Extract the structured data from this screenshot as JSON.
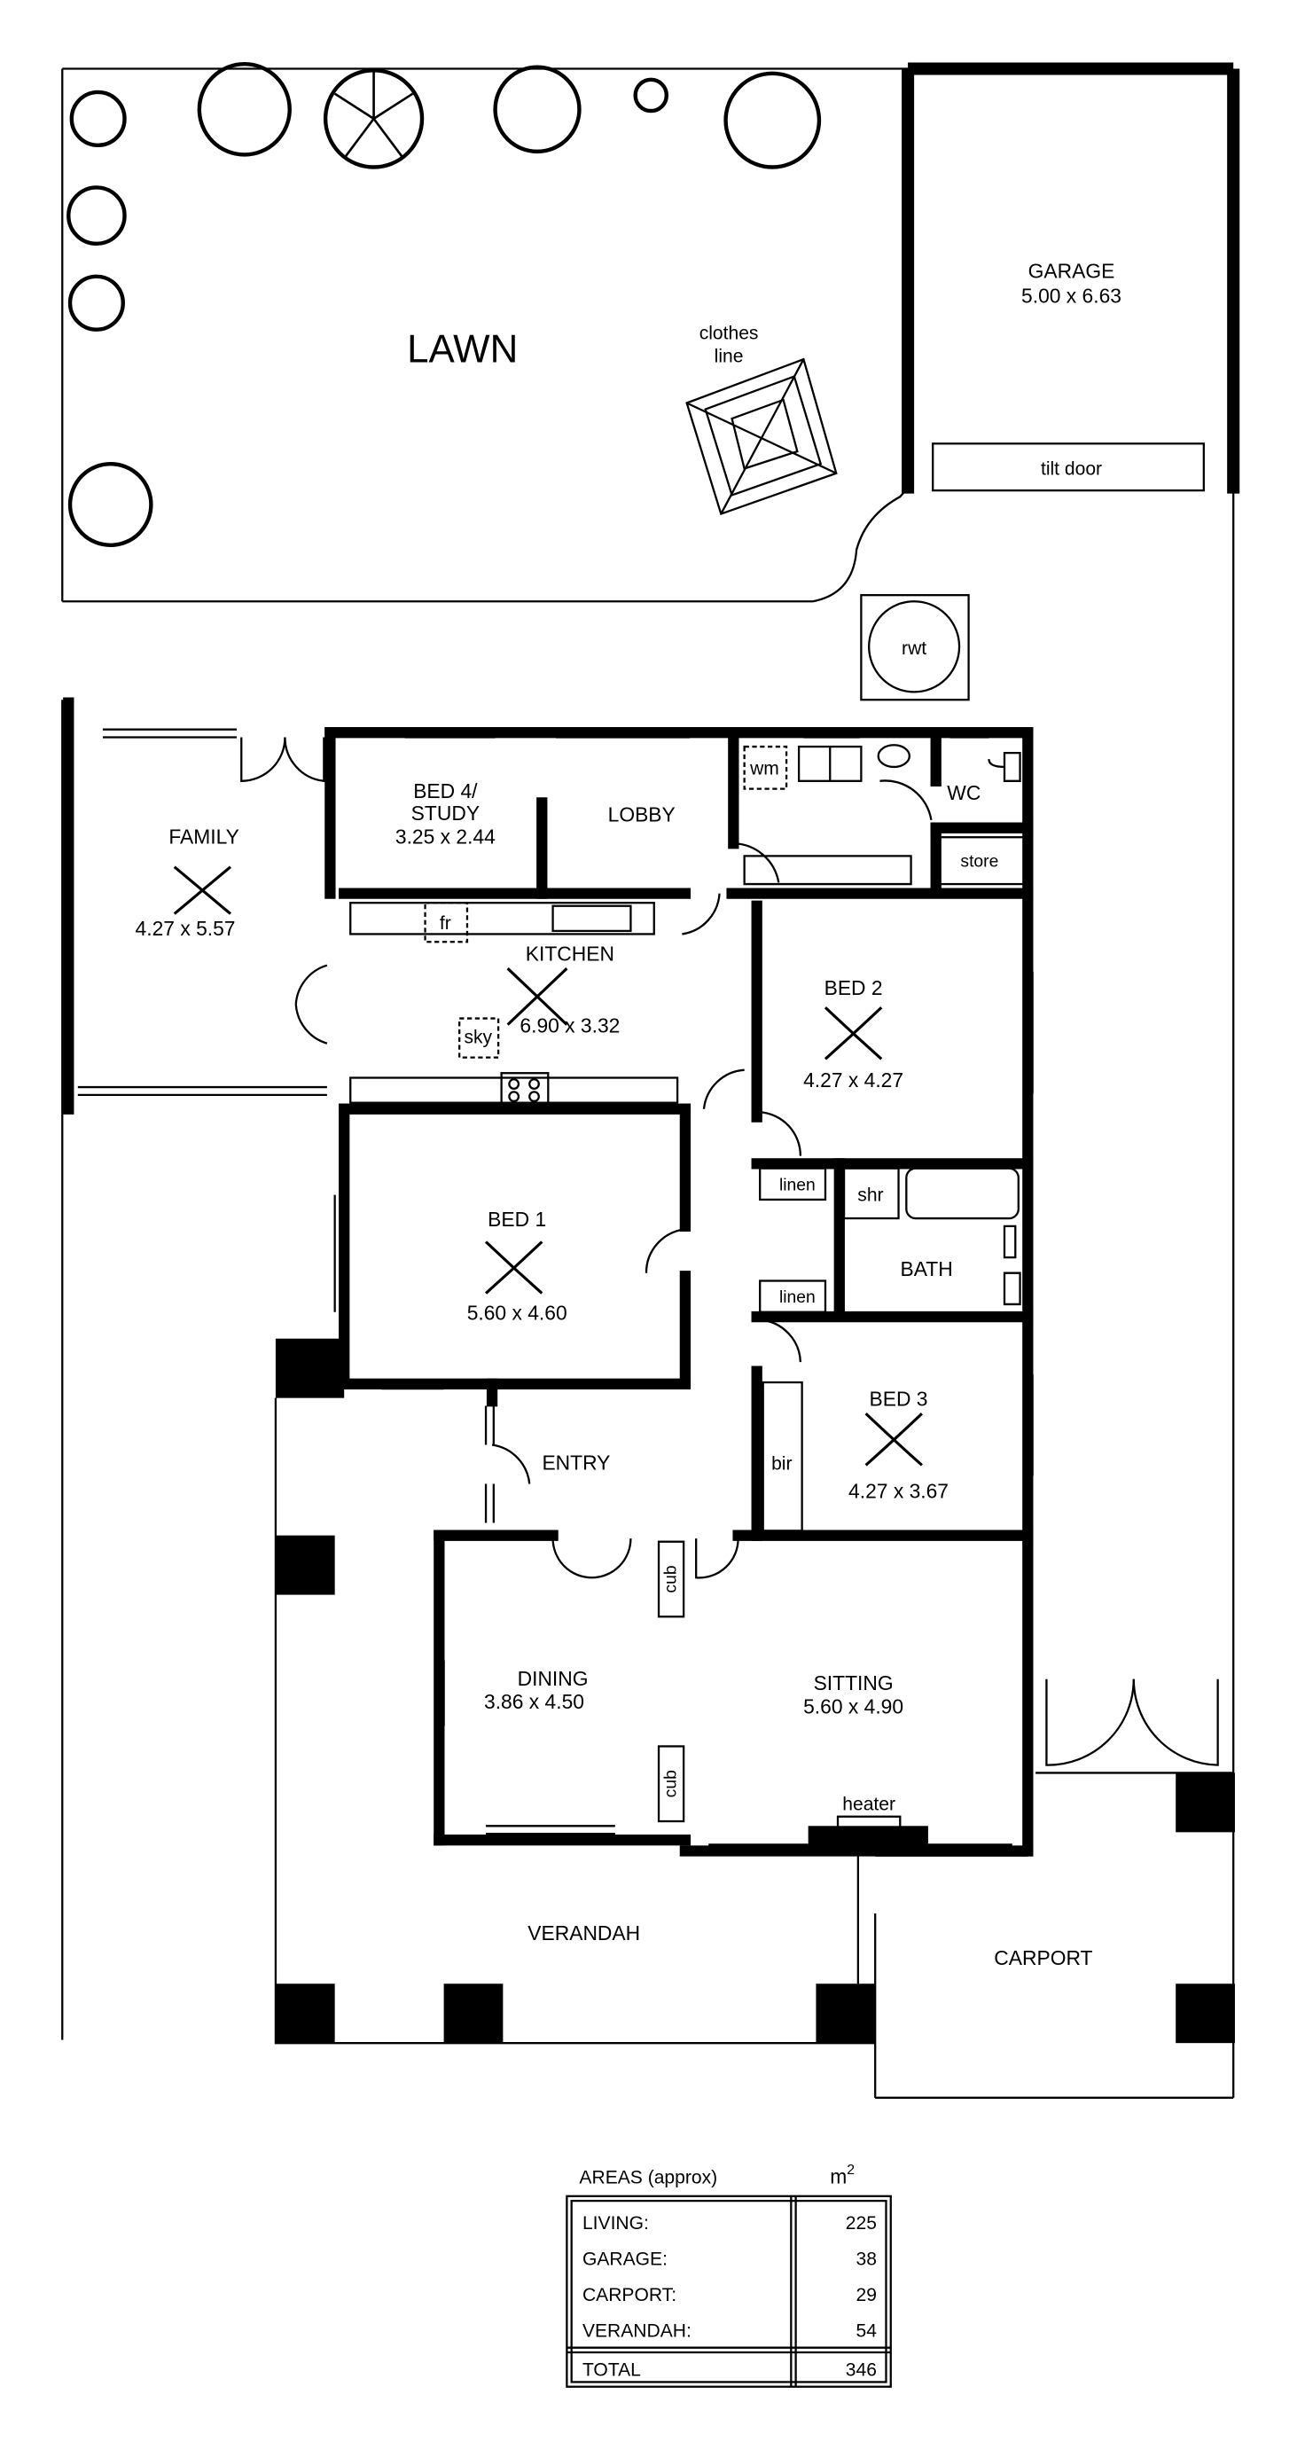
{
  "plan": {
    "garden": {
      "lawn": "LAWN",
      "clothes_line_1": "clothes",
      "clothes_line_2": "line",
      "garage_name": "GARAGE",
      "garage_dims": "5.00 x 6.63",
      "tilt_door": "tilt door",
      "rwt": "rwt"
    },
    "rooms": {
      "family_name": "FAMILY",
      "family_dims": "4.27 x 5.57",
      "bed4_name_1": "BED 4/",
      "bed4_name_2": "STUDY",
      "bed4_dims": "3.25 x 2.44",
      "lobby": "LOBBY",
      "wm": "wm",
      "wc": "WC",
      "store": "store",
      "fr": "fr",
      "kitchen_name": "KITCHEN",
      "kitchen_dims": "6.90 x 3.32",
      "sky": "sky",
      "bed2_name": "BED 2",
      "bed2_dims": "4.27 x 4.27",
      "linen_1": "linen",
      "linen_2": "linen",
      "shr": "shr",
      "bath": "BATH",
      "bed1_name": "BED 1",
      "bed1_dims": "5.60 x 4.60",
      "bed3_name": "BED 3",
      "bed3_dims": "4.27 x 3.67",
      "bir": "bir",
      "entry": "ENTRY",
      "cub_1": "cub",
      "cub_2": "cub",
      "dining_name": "DINING",
      "dining_dims": "3.86 x 4.50",
      "sitting_name": "SITTING",
      "sitting_dims": "5.60 x 4.90",
      "heater": "heater",
      "verandah": "VERANDAH",
      "carport": "CARPORT"
    },
    "areas": {
      "title": "AREAS (approx)",
      "unit": "m",
      "unit_sup": "2",
      "rows": [
        {
          "label": "LIVING:",
          "value": "225"
        },
        {
          "label": "GARAGE:",
          "value": "38"
        },
        {
          "label": "CARPORT:",
          "value": "29"
        },
        {
          "label": "VERANDAH:",
          "value": "54"
        }
      ],
      "total_label": "TOTAL",
      "total_value": "346"
    }
  }
}
